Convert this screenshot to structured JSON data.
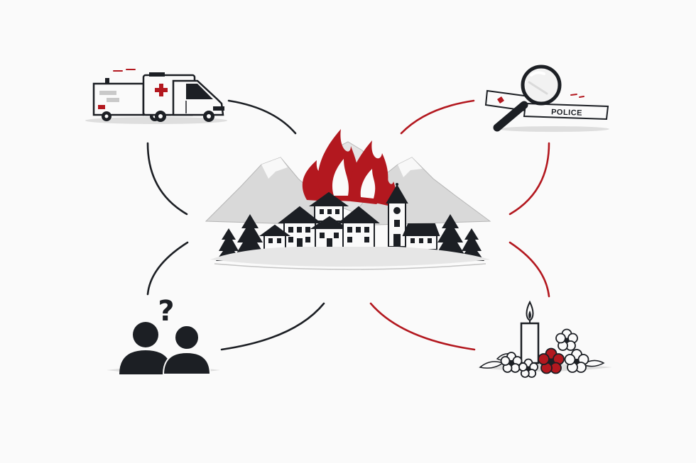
{
  "colors": {
    "ink": "#1c1f24",
    "accent": "#b3181f",
    "mountain": "#d9d9d9",
    "ground": "#e6e6e6",
    "background": "#fafafa"
  },
  "nodes": [
    {
      "id": "center",
      "icon": "burning-village-icon"
    },
    {
      "id": "top-left",
      "icon": "ambulance-icon"
    },
    {
      "id": "top-right",
      "icon": "police-investigation-icon"
    },
    {
      "id": "bottom-left",
      "icon": "questioning-people-icon"
    },
    {
      "id": "bottom-right",
      "icon": "memorial-candle-flowers-icon"
    }
  ],
  "police_tape": {
    "label": "POLICE"
  },
  "question_mark": "?"
}
